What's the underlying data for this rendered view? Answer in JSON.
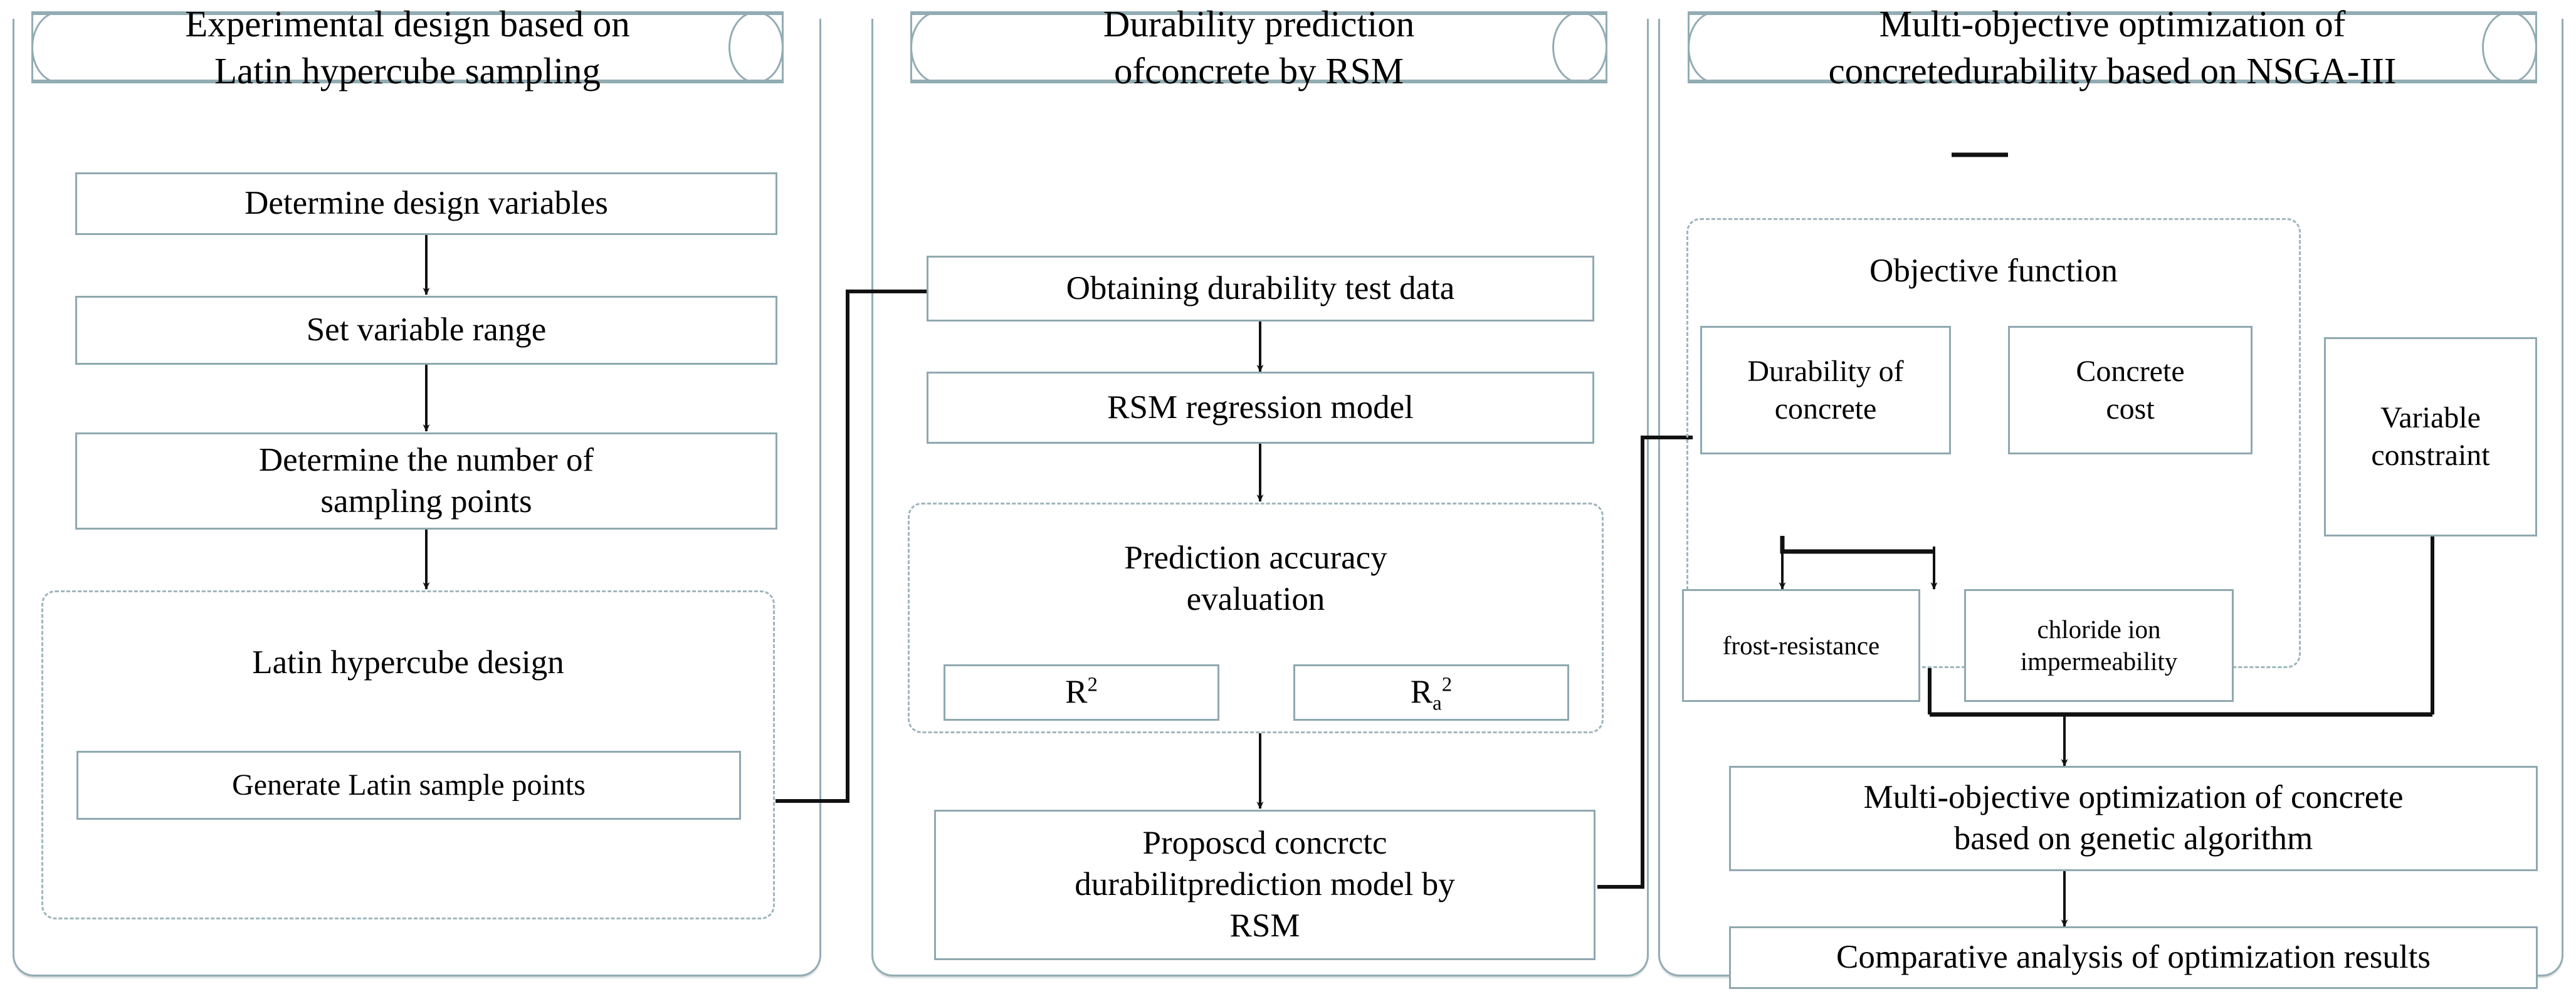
{
  "diagram": {
    "title": "Concrete durability multi-objective optimization research flowchart",
    "accent_border_color": "#8fa8b0",
    "dashed_border_color": "#9fb6bd",
    "arrow_color": "#000000",
    "background_color": "#ffffff"
  },
  "columns": [
    {
      "id": "col-1",
      "header": "Experimental design based on\nLatin hypercube sampling",
      "steps": [
        {
          "id": "determine-design-variables",
          "label": "Determine design variables"
        },
        {
          "id": "set-variable-range",
          "label": "Set variable range"
        },
        {
          "id": "determine-number-sampling-points",
          "label": "Determine the number of\nsampling points"
        }
      ],
      "group": {
        "id": "latin-hypercube-design",
        "title": "Latin hypercube design",
        "items": [
          {
            "id": "generate-latin-sample-points",
            "label": "Generate Latin sample points"
          }
        ]
      }
    },
    {
      "id": "col-2",
      "header": "Durability prediction\nofconcrete by RSM",
      "steps": [
        {
          "id": "obtaining-durability-test-data",
          "label": "Obtaining durability test data"
        },
        {
          "id": "rsm-regression-model",
          "label": "RSM regression model"
        }
      ],
      "group": {
        "id": "prediction-accuracy-evaluation",
        "title": "Prediction accuracy\nevaluation",
        "items": [
          {
            "id": "metric-r2",
            "label": "R",
            "sup": "2",
            "sub": ""
          },
          {
            "id": "metric-ra2",
            "label": "R",
            "sup": "2",
            "sub": "a"
          }
        ]
      },
      "final_step": {
        "id": "proposed-concrete-durability-prediction-model",
        "label": "Proposcd concrctc\ndurabilitprediction model by\nRSM"
      }
    },
    {
      "id": "col-3",
      "header": "Multi-objective optimization of\nconcretedurability based on NSGA-III",
      "group": {
        "id": "objective-function",
        "title": "Objective function",
        "items": [
          {
            "id": "durability-of-concrete",
            "label": "Durability of\nconcrete"
          },
          {
            "id": "concrete-cost",
            "label": "Concrete\ncost"
          },
          {
            "id": "frost-resistance",
            "label": "frost-resistance"
          },
          {
            "id": "chloride-ion-impermeability",
            "label": "chloride ion\nimpermeability"
          }
        ]
      },
      "side_box": {
        "id": "variable-constraint",
        "label": "Variable\nconstraint"
      },
      "steps": [
        {
          "id": "multi-objective-optimization-genetic-algorithm",
          "label": "Multi-objective optimization of concrete\nbased on genetic algorithm"
        },
        {
          "id": "comparative-analysis-optimization-results",
          "label": "Comparative analysis of optimization results"
        }
      ]
    }
  ]
}
